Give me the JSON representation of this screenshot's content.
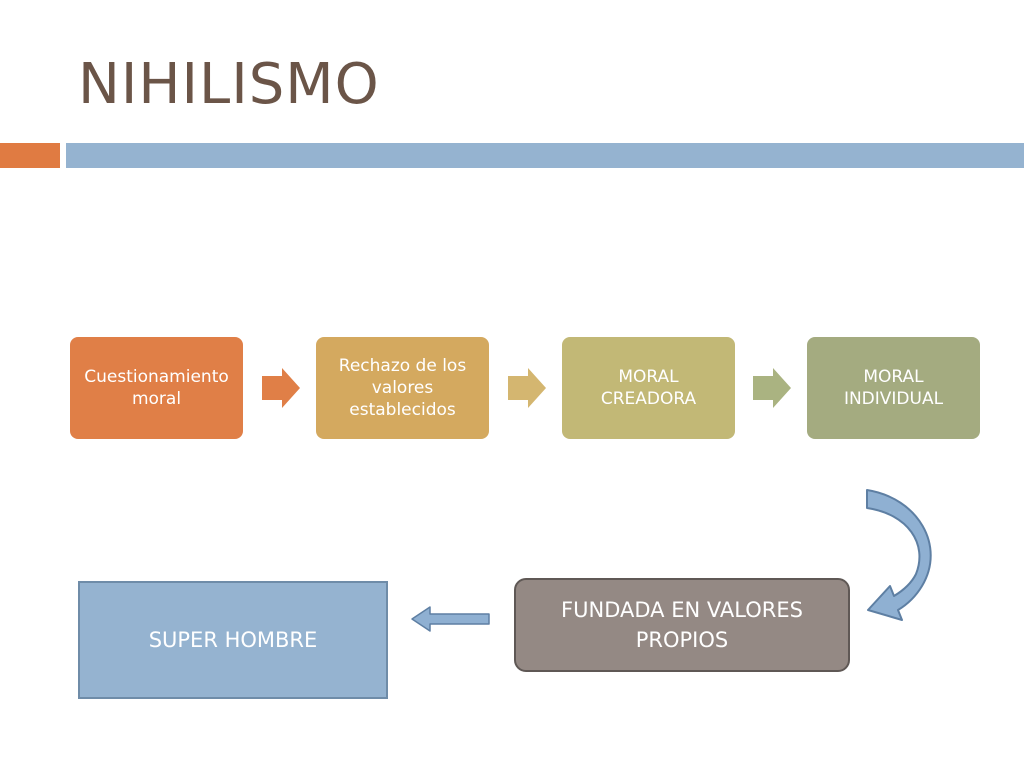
{
  "slide": {
    "title": "NIHILISMO",
    "colors": {
      "title": "#6b5548",
      "accent_orange": "#e07b42",
      "accent_blue": "#95b3d0"
    }
  },
  "process": {
    "steps": [
      {
        "label": "Cuestionamiento moral",
        "color": "#e07f47"
      },
      {
        "label": "Rechazo de los valores establecidos",
        "color": "#d4a95f"
      },
      {
        "label": "MORAL CREADORA",
        "color": "#c2b876"
      },
      {
        "label": "MORAL INDIVIDUAL",
        "color": "#a4ab80"
      }
    ]
  },
  "result": {
    "fundada_label": "FUNDADA EN VALORES PROPIOS",
    "super_label": "SUPER HOMBRE"
  }
}
